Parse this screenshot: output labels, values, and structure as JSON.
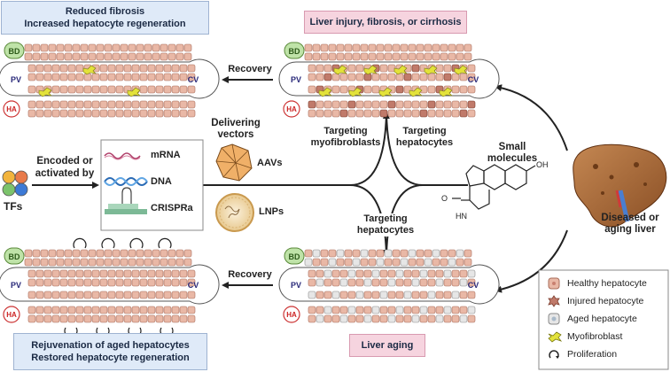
{
  "boxes": {
    "top_left": [
      "Reduced fibrosis",
      "Increased hepatocyte regeneration"
    ],
    "top_center": "Liver injury, fibrosis, or cirrhosis",
    "bottom_left": [
      "Rejuvenation of aged hepatocytes",
      "Restored hepatocyte regeneration"
    ],
    "bottom_center": "Liver aging"
  },
  "lobule_labels": {
    "bd": "BD",
    "pv": "PV",
    "cv": "CV",
    "ha": "HA"
  },
  "arrows": {
    "recovery_top": "Recovery",
    "recovery_bottom": "Recovery"
  },
  "tfs": {
    "label": "TFs",
    "encoded": [
      "Encoded or",
      "activated by"
    ],
    "modalities": [
      "mRNA",
      "DNA",
      "CRISPRa"
    ]
  },
  "vectors": {
    "heading": [
      "Delivering",
      "vectors"
    ],
    "aav": "AAVs",
    "lnp": "LNPs"
  },
  "targeting": {
    "myofibroblasts": [
      "Targeting",
      "myofibroblasts"
    ],
    "hepatocytes_up": [
      "Targeting",
      "hepatocytes"
    ],
    "hepatocytes_down": [
      "Targeting",
      "hepatocytes"
    ]
  },
  "small_molecules": [
    "Small",
    "molecules"
  ],
  "molecule": {
    "oh": "OH",
    "o": "O",
    "nh": "HN"
  },
  "liver": [
    "Diseased or",
    "aging liver"
  ],
  "legend": [
    {
      "icon": "healthy-hepatocyte",
      "label": "Healthy hepatocyte"
    },
    {
      "icon": "injured-hepatocyte",
      "label": "Injured hepatocyte"
    },
    {
      "icon": "aged-hepatocyte",
      "label": "Aged hepatocyte"
    },
    {
      "icon": "myofibroblast",
      "label": "Myofibroblast"
    },
    {
      "icon": "proliferation",
      "label": "Proliferation"
    }
  ],
  "colors": {
    "hepatocyte": "#e9b8a6",
    "hepatocyte_stroke": "#a86c5a",
    "myofibroblast": "#e3e23a",
    "bile_duct": "#bfe3a8",
    "blue_box": "#dfeaf8",
    "pink_box": "#f6d4df",
    "arrow": "#222222"
  }
}
